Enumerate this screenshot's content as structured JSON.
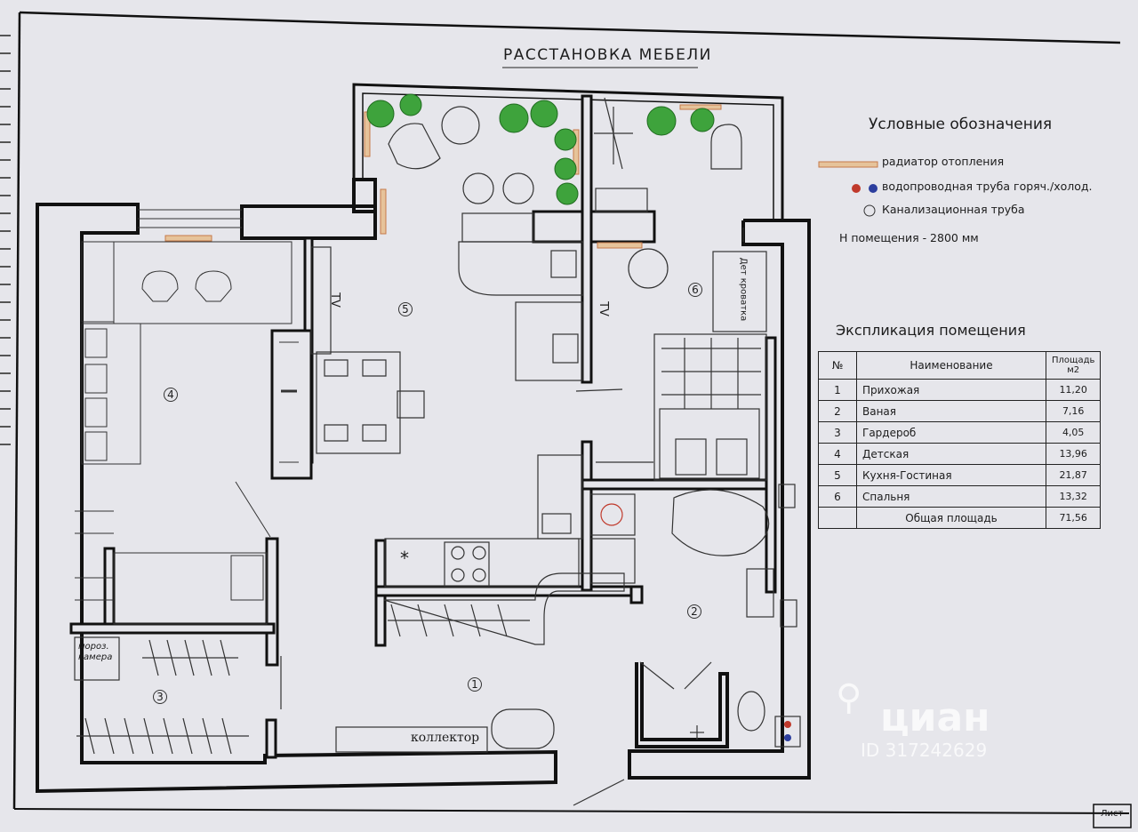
{
  "title": "РАССТАНОВКА МЕБЕЛИ",
  "legend": {
    "title": "Условные обозначения",
    "items": [
      {
        "label": "радиатор отопления",
        "color": "#d98a5a"
      },
      {
        "label": "водопроводная труба горяч./холод.",
        "colors": [
          "#c0392b",
          "#2c3e9e"
        ]
      },
      {
        "label": "Канализационная труба"
      }
    ],
    "height_note": "Н помещения - 2800 мм"
  },
  "explication": {
    "title": "Экспликация помещения",
    "headers": {
      "num": "№",
      "name": "Наименование",
      "area": "Площадь м2"
    },
    "rows": [
      {
        "num": "1",
        "name": "Прихожая",
        "area": "11,20"
      },
      {
        "num": "2",
        "name": "Ваная",
        "area": "7,16"
      },
      {
        "num": "3",
        "name": "Гардероб",
        "area": "4,05"
      },
      {
        "num": "4",
        "name": "Детская",
        "area": "13,96"
      },
      {
        "num": "5",
        "name": "Кухня-Гостиная",
        "area": "21,87"
      },
      {
        "num": "6",
        "name": "Спальня",
        "area": "13,32"
      }
    ],
    "total_label": "Общая площадь",
    "total_area": "71,56"
  },
  "plan": {
    "room_numbers": [
      "1",
      "2",
      "3",
      "4",
      "5",
      "6"
    ],
    "tv_label": "TV",
    "crib_label": "Дет кроватка",
    "freezer_label": "мороз. камера",
    "collector_label": "коллектор",
    "asterisk": "*"
  },
  "sheet_label": "Лист",
  "watermark": {
    "brand": "циан",
    "id": "ID 317242629"
  }
}
